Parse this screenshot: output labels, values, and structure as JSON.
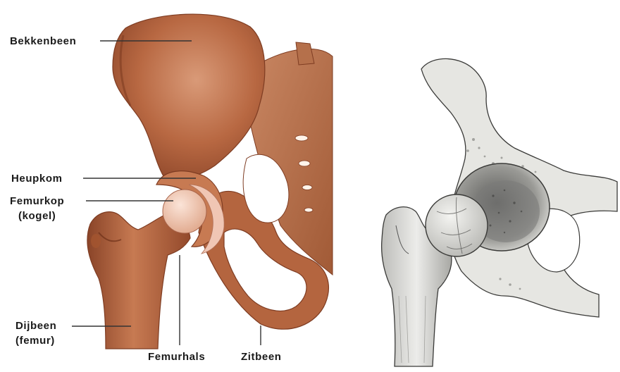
{
  "left_illustration": {
    "labels": {
      "bekkenbeen": "Bekkenbeen",
      "heupkom": "Heupkom",
      "femurkop_line1": "Femurkop",
      "femurkop_line2": "(kogel)",
      "dijbeen_line1": "Dijbeen",
      "dijbeen_line2": "(femur)",
      "femurhals": "Femurhals",
      "zitbeen": "Zitbeen"
    }
  },
  "colors": {
    "bone_dark": "#8a4428",
    "bone_mid": "#b86842",
    "bone_light": "#d99a78",
    "cartilage": "#f2cfc0",
    "sketch_bone": "#e6e6e2",
    "sketch_shadow": "#9a9a96",
    "sketch_line": "#3a3a38"
  }
}
